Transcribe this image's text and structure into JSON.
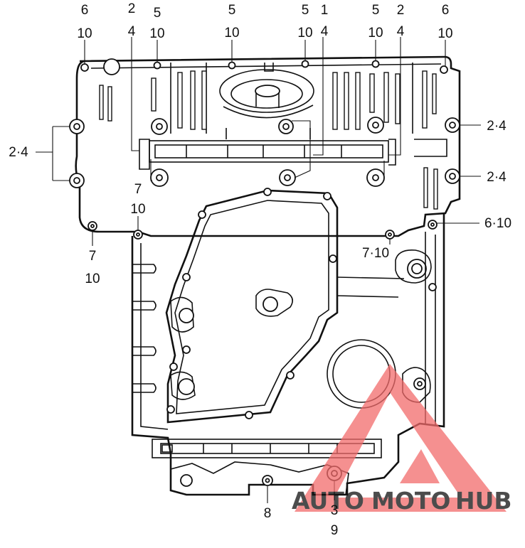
{
  "diagram": {
    "callouts": [
      {
        "id": "c1",
        "lines": [
          "6",
          "10"
        ]
      },
      {
        "id": "c2",
        "lines": [
          "2",
          "4"
        ]
      },
      {
        "id": "c3",
        "lines": [
          "5",
          "10"
        ]
      },
      {
        "id": "c4",
        "lines": [
          "5",
          "10"
        ]
      },
      {
        "id": "c5",
        "lines": [
          "5",
          "10"
        ]
      },
      {
        "id": "c6",
        "lines": [
          "1",
          "4"
        ]
      },
      {
        "id": "c7",
        "lines": [
          "5",
          "10"
        ]
      },
      {
        "id": "c8",
        "lines": [
          "2",
          "4"
        ]
      },
      {
        "id": "c9",
        "lines": [
          "6",
          "10"
        ]
      },
      {
        "id": "c10",
        "lines": [
          "2·4"
        ]
      },
      {
        "id": "c11",
        "lines": [
          "2·4"
        ]
      },
      {
        "id": "c12",
        "lines": [
          "2·4"
        ]
      },
      {
        "id": "c13",
        "lines": [
          "7",
          "10"
        ]
      },
      {
        "id": "c14",
        "lines": [
          "7",
          "10"
        ]
      },
      {
        "id": "c15",
        "lines": [
          "6·10"
        ]
      },
      {
        "id": "c16",
        "lines": [
          "7·10"
        ]
      },
      {
        "id": "c17",
        "lines": [
          "8"
        ]
      },
      {
        "id": "c18",
        "lines": [
          "3",
          "9"
        ]
      }
    ]
  },
  "watermark": {
    "text_a": "AUTO",
    "text_b": "MOTO",
    "text_c": "HUB",
    "colors": {
      "auto": "#f5c89a",
      "moto": "#f08a8a",
      "hub": "#8a8a8a",
      "triangle": "#f26b6b"
    }
  }
}
